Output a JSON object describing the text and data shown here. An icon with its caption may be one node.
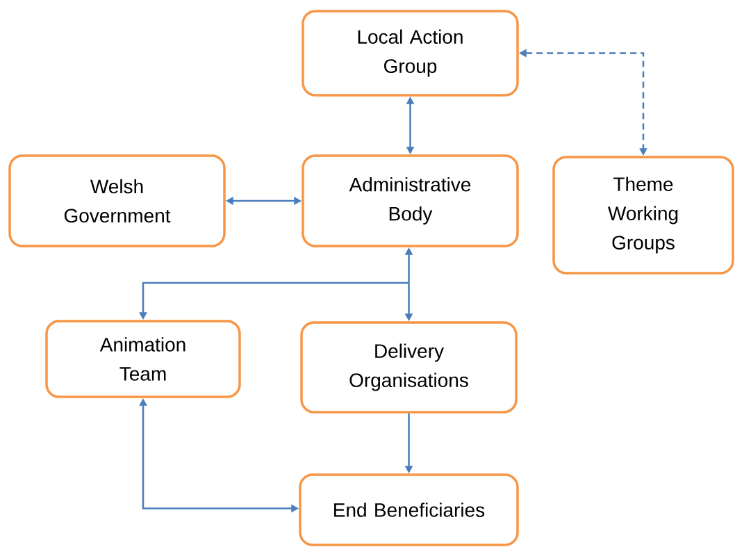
{
  "diagram": {
    "nodes": [
      {
        "text": [
          "Local Action Group"
        ]
      },
      {
        "text": [
          "Welsh Government"
        ]
      },
      {
        "text": [
          "Administrative Body"
        ]
      },
      {
        "text": [
          "Theme Working Groups"
        ]
      },
      {
        "text": [
          "Animation Team"
        ]
      },
      {
        "text": [
          "Delivery Organisations"
        ]
      },
      {
        "text": [
          "End Beneficiaries"
        ]
      }
    ],
    "edges": [
      {
        "from": 2,
        "to": 0,
        "arrow": "both"
      },
      {
        "from": 0,
        "to": 3,
        "arrow": "both",
        "style": "dashed"
      },
      {
        "from": 1,
        "to": 2,
        "arrow": "both"
      },
      {
        "from": 2,
        "to": 4,
        "arrow": "both"
      },
      {
        "from": 2,
        "to": 5,
        "arrow": "both"
      },
      {
        "from": 5,
        "to": 6,
        "arrow": "to"
      },
      {
        "from": 4,
        "to": 6,
        "arrow": "both"
      }
    ]
  }
}
